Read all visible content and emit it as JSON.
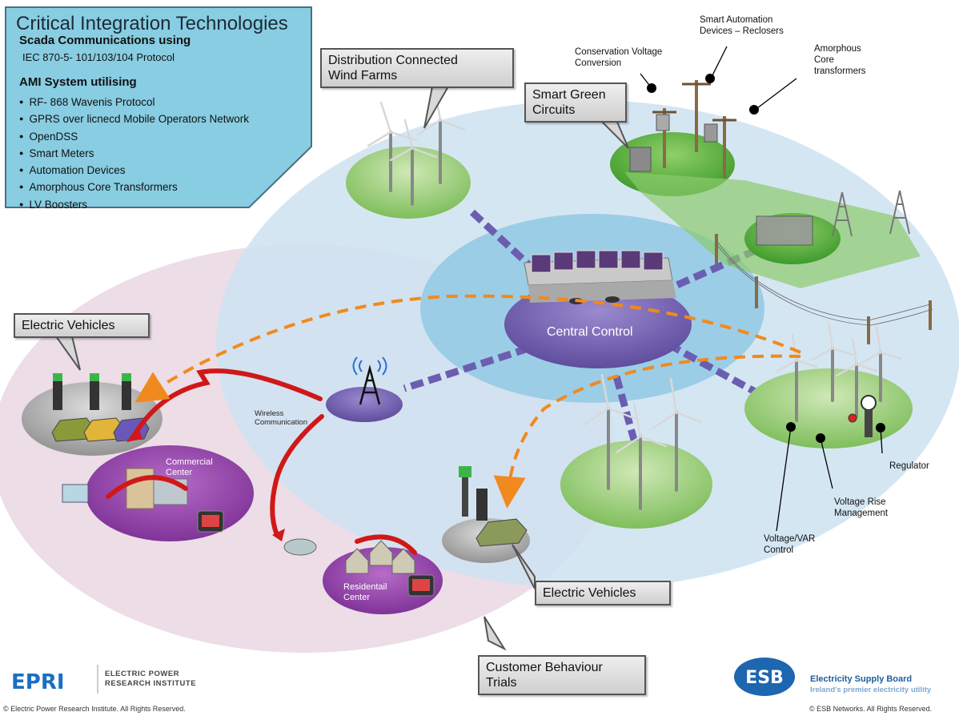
{
  "infobox": {
    "title": "Critical Integration Technologies",
    "scada_heading": "Scada Communications using",
    "scada_protocol": "IEC 870-5- 101/103/104 Protocol",
    "ami_heading": "AMI System utilising",
    "ami_items": [
      "RF- 868 Wavenis Protocol",
      "GPRS over licnecd Mobile Operators Network",
      "OpenDSS",
      "Smart Meters",
      "Automation Devices",
      "Amorphous Core Transformers",
      "LV Boosters"
    ]
  },
  "callouts": {
    "wind_farms": [
      "Distribution Connected",
      "Wind Farms"
    ],
    "smart_green": [
      "Smart Green",
      "Circuits"
    ],
    "ev_left": "Electric Vehicles",
    "ev_right": "Electric Vehicles",
    "customer_trials": [
      "Customer Behaviour",
      "Trials"
    ]
  },
  "labels": {
    "conservation_voltage": [
      "Conservation Voltage",
      "Conversion"
    ],
    "smart_automation": [
      "Smart Automation",
      "Devices – Reclosers"
    ],
    "amorphous": [
      "Amorphous",
      "Core",
      "transformers"
    ],
    "regulator": "Regulator",
    "voltage_rise": [
      "Voltage Rise",
      "Management"
    ],
    "voltage_var": [
      "Voltage/VAR",
      "Control"
    ],
    "wireless": [
      "Wireless",
      "Communication"
    ],
    "central_control": "Central Control",
    "commercial_center": [
      "Commercial",
      "Center"
    ],
    "residential_center": [
      "Residentail",
      "Center"
    ]
  },
  "footer": {
    "epri_logo": "EPRI",
    "epri_name": [
      "ELECTRIC POWER",
      "RESEARCH INSTITUTE"
    ],
    "epri_copyright": "© Electric Power Research Institute. All Rights Reserved.",
    "esb_logo": "ESB",
    "esb_name": "Electricity Supply Board",
    "esb_tagline": "Ireland's premier electricity utility",
    "esb_copyright": "© ESB Networks. All Rights Reserved."
  },
  "colors": {
    "outer_blue": "#cfe3f1",
    "inner_blue": "#9ccde6",
    "pink_zone": "#ecdde6",
    "purple_platform": "#8a3ea0",
    "central_platform": "#6e5aa8",
    "green_platform": "#6cb04e",
    "infobox_fill": "#88cde2",
    "dashed_arrow": "#f08a1e",
    "wireless_arrow": "#d01818"
  }
}
